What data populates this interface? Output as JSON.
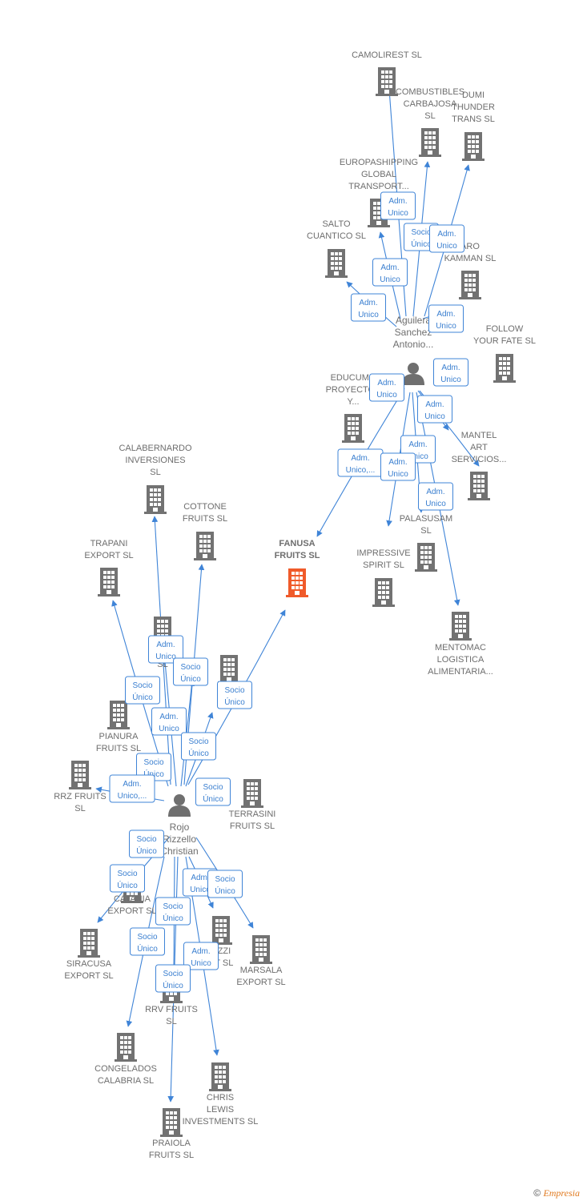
{
  "colors": {
    "edge": "#3f84d7",
    "building": "#727272",
    "focus_building": "#f05a2a",
    "label": "#6e6e6e"
  },
  "persons": [
    {
      "id": "p1",
      "icon": "person-icon",
      "lines": [
        "Aguilera",
        "Sanchez",
        "Antonio..."
      ]
    },
    {
      "id": "p2",
      "icon": "person-icon",
      "lines": [
        "Rojo",
        "Rizzello",
        "Christian"
      ]
    }
  ],
  "companies": [
    {
      "id": "c_camolirest",
      "lines": [
        "CAMOLIREST SL"
      ],
      "icon": "building-icon"
    },
    {
      "id": "c_combustibles",
      "lines": [
        "COMBUSTIBLES",
        "CARBAJOSA",
        "SL"
      ],
      "icon": "building-icon"
    },
    {
      "id": "c_dumi",
      "lines": [
        "DUMI",
        "THUNDER",
        "TRANS SL"
      ],
      "icon": "building-icon"
    },
    {
      "id": "c_europa",
      "lines": [
        "EUROPASHIPPING",
        "GLOBAL",
        "TRANSPORT..."
      ],
      "icon": "building-icon"
    },
    {
      "id": "c_salto",
      "lines": [
        "SALTO",
        "CUANTICO SL"
      ],
      "icon": "building-icon"
    },
    {
      "id": "c_aro",
      "lines": [
        "ARO",
        "KAMMAN SL"
      ],
      "icon": "building-icon"
    },
    {
      "id": "c_follow",
      "lines": [
        "FOLLOW",
        "YOUR FATE SL"
      ],
      "icon": "building-icon"
    },
    {
      "id": "c_educum",
      "lines": [
        "EDUCUMO",
        "PROYECTOS",
        "Y..."
      ],
      "icon": "building-icon"
    },
    {
      "id": "c_mantel",
      "lines": [
        "MANTEL",
        "ART",
        "SERVICIOS..."
      ],
      "icon": "building-icon"
    },
    {
      "id": "c_palasusam",
      "lines": [
        "PALASUSAM",
        "SL"
      ],
      "icon": "building-icon"
    },
    {
      "id": "c_impressive",
      "lines": [
        "IMPRESSIVE",
        "SPIRIT SL"
      ],
      "icon": "building-icon"
    },
    {
      "id": "c_mentomac",
      "lines": [
        "MENTOMAC",
        "LOGISTICA",
        "ALIMENTARIA..."
      ],
      "icon": "building-icon"
    },
    {
      "id": "c_fanusa",
      "lines": [
        "FANUSA",
        "FRUITS SL"
      ],
      "icon": "building-icon",
      "focus": true
    },
    {
      "id": "c_calabernardo",
      "lines": [
        "CALABERNARDO",
        "INVERSIONES",
        "SL"
      ],
      "icon": "building-icon"
    },
    {
      "id": "c_cottone",
      "lines": [
        "COTTONE",
        "FRUITS SL"
      ],
      "icon": "building-icon"
    },
    {
      "id": "c_trapani",
      "lines": [
        "TRAPANI",
        "EXPORT SL"
      ],
      "icon": "building-icon"
    },
    {
      "id": "c_kill",
      "lines": [
        "KILL",
        "SL"
      ],
      "icon": "building-icon"
    },
    {
      "id": "c_n_fruits",
      "lines": [
        "N",
        "FRUI"
      ],
      "icon": "building-icon"
    },
    {
      "id": "c_pianura",
      "lines": [
        "PIANURA",
        "FRUITS SL"
      ],
      "icon": "building-icon"
    },
    {
      "id": "c_rrz",
      "lines": [
        "RRZ FRUITS",
        "SL"
      ],
      "icon": "building-icon"
    },
    {
      "id": "c_terrasini",
      "lines": [
        "TERRASINI",
        "FRUITS SL"
      ],
      "icon": "building-icon"
    },
    {
      "id": "c_catania",
      "lines": [
        "CATANIA",
        "EXPORT SL"
      ],
      "icon": "building-icon"
    },
    {
      "id": "c_siracusa",
      "lines": [
        "SIRACUSA",
        "EXPORT SL"
      ],
      "icon": "building-icon"
    },
    {
      "id": "c_uzzi",
      "lines": [
        "UZZI",
        "RT SL"
      ],
      "icon": "building-icon"
    },
    {
      "id": "c_marsala",
      "lines": [
        "MARSALA",
        "EXPORT SL"
      ],
      "icon": "building-icon"
    },
    {
      "id": "c_rrv",
      "lines": [
        "RRV FRUITS",
        "SL"
      ],
      "icon": "building-icon"
    },
    {
      "id": "c_congelados",
      "lines": [
        "CONGELADOS",
        "CALABRIA SL"
      ],
      "icon": "building-icon"
    },
    {
      "id": "c_chris",
      "lines": [
        "CHRIS",
        "LEWIS",
        "INVESTMENTS SL"
      ],
      "icon": "building-icon"
    },
    {
      "id": "c_praiola",
      "lines": [
        "PRAIOLA",
        "FRUITS SL"
      ],
      "icon": "building-icon"
    }
  ],
  "roles": [
    {
      "id": "r1",
      "lines": [
        "Adm.",
        "Unico"
      ]
    },
    {
      "id": "r2",
      "lines": [
        "Socio",
        "Único"
      ]
    },
    {
      "id": "r3",
      "lines": [
        "Adm.",
        "Unico"
      ]
    },
    {
      "id": "r4",
      "lines": [
        "Adm.",
        "Unico"
      ]
    },
    {
      "id": "r5",
      "lines": [
        "Adm.",
        "Unico"
      ]
    },
    {
      "id": "r6",
      "lines": [
        "Adm.",
        "Unico"
      ]
    },
    {
      "id": "r7",
      "lines": [
        "Adm.",
        "Unico"
      ]
    },
    {
      "id": "r8",
      "lines": [
        "Adm.",
        "Unico"
      ]
    },
    {
      "id": "r9",
      "lines": [
        "Adm.",
        "Unico"
      ]
    },
    {
      "id": "r10",
      "lines": [
        "Adm.",
        "Unico"
      ]
    },
    {
      "id": "r11",
      "lines": [
        "Adm.",
        "Unico,..."
      ]
    },
    {
      "id": "r12",
      "lines": [
        "Adm.",
        "Unico"
      ]
    },
    {
      "id": "r13",
      "lines": [
        "Adm.",
        "Unico"
      ]
    },
    {
      "id": "r14",
      "lines": [
        "Adm.",
        "Unico"
      ]
    },
    {
      "id": "r15",
      "lines": [
        "Socio",
        "Único"
      ]
    },
    {
      "id": "r16",
      "lines": [
        "Socio",
        "Único"
      ]
    },
    {
      "id": "r17",
      "lines": [
        "Socio",
        "Único"
      ]
    },
    {
      "id": "r18",
      "lines": [
        "Adm.",
        "Unico"
      ]
    },
    {
      "id": "r19",
      "lines": [
        "Socio",
        "Único"
      ]
    },
    {
      "id": "r20",
      "lines": [
        "Socio",
        "Único"
      ]
    },
    {
      "id": "r21",
      "lines": [
        "Adm.",
        "Unico,..."
      ]
    },
    {
      "id": "r22",
      "lines": [
        "Socio",
        "Único"
      ]
    },
    {
      "id": "r23",
      "lines": [
        "Socio",
        "Único"
      ]
    },
    {
      "id": "r24",
      "lines": [
        "Socio",
        "Único"
      ]
    },
    {
      "id": "r25",
      "lines": [
        "Adm.",
        "Unico"
      ]
    },
    {
      "id": "r26",
      "lines": [
        "Socio",
        "Único"
      ]
    },
    {
      "id": "r27",
      "lines": [
        "Socio",
        "Único"
      ]
    },
    {
      "id": "r28",
      "lines": [
        "Socio",
        "Único"
      ]
    },
    {
      "id": "r29",
      "lines": [
        "Adm.",
        "Unico"
      ]
    },
    {
      "id": "r30",
      "lines": [
        "Socio",
        "Único"
      ]
    },
    {
      "id": "r31",
      "lines": [
        "Adm.",
        "Unico"
      ]
    },
    {
      "id": "r32",
      "lines": [
        "Socio",
        "Único"
      ]
    }
  ],
  "footer": {
    "symbol": "©",
    "brand": "Empresia"
  }
}
